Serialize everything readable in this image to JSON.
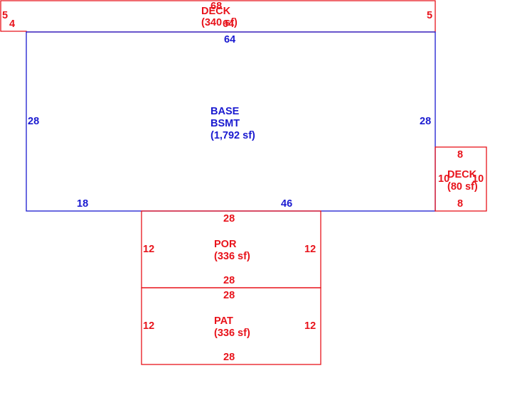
{
  "colors": {
    "red": "#e8131b",
    "blue": "#1a1ad0"
  },
  "deck_top": {
    "name": "DECK",
    "area": "(340 sf)",
    "dims": {
      "top": "68",
      "bottom": "64",
      "left": "5",
      "right": "5",
      "step": "4"
    }
  },
  "base": {
    "line1": "BASE",
    "line2": "BSMT",
    "area": "(1,792 sf)",
    "dims": {
      "top": "64",
      "left": "28",
      "right": "28",
      "bottom_left": "18",
      "bottom_right": "46"
    }
  },
  "deck_right": {
    "name": "DECK",
    "area": "(80 sf)",
    "dims": {
      "top": "8",
      "bottom": "8",
      "left": "10",
      "right": "10"
    }
  },
  "por": {
    "name": "POR",
    "area": "(336 sf)",
    "dims": {
      "top": "28",
      "bottom": "28",
      "left": "12",
      "right": "12"
    }
  },
  "pat": {
    "name": "PAT",
    "area": "(336 sf)",
    "dims": {
      "top": "28",
      "bottom": "28",
      "left": "12",
      "right": "12"
    }
  }
}
